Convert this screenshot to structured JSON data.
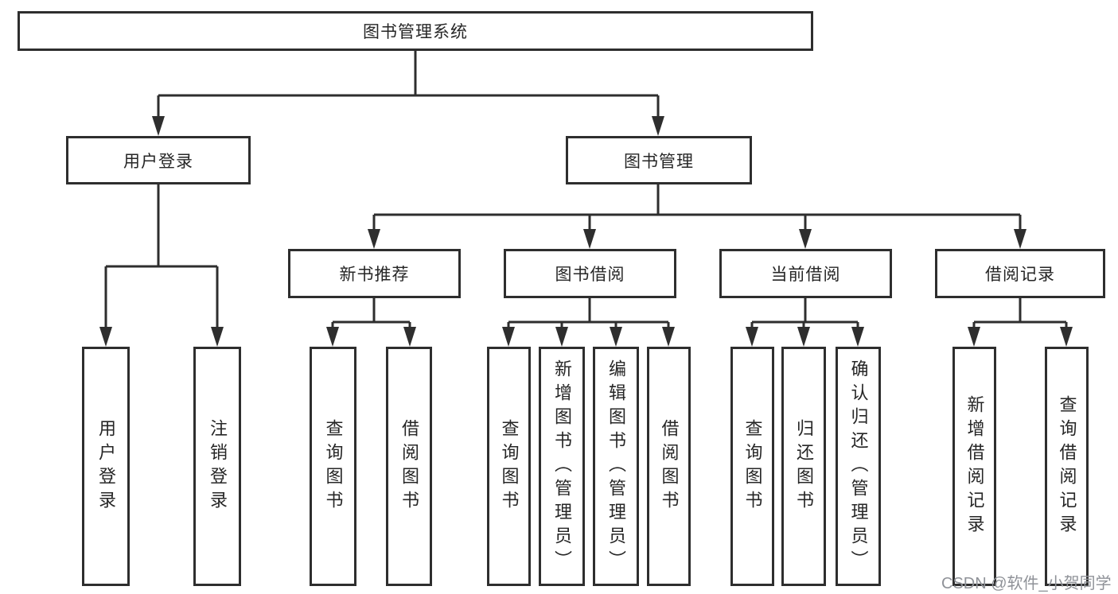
{
  "diagram": {
    "title": "图书管理系统",
    "type": "function-structure-tree"
  },
  "colors": {
    "line": "#2e2e2e",
    "node_border": "#2e2e2e",
    "text": "#262626",
    "background": "#ffffff",
    "watermark": "#8f9298"
  },
  "nodes": {
    "root": {
      "label": "图书管理系统"
    },
    "level2": {
      "user_login": {
        "label": "用户登录"
      },
      "book_management": {
        "label": "图书管理"
      }
    },
    "level3": {
      "new_book_recommend": {
        "label": "新书推荐"
      },
      "book_borrow": {
        "label": "图书借阅"
      },
      "current_borrow": {
        "label": "当前借阅"
      },
      "borrow_records": {
        "label": "借阅记录"
      }
    },
    "leaves": {
      "login_user_login": {
        "label": "用户登录"
      },
      "login_logout": {
        "label": "注销登录"
      },
      "recommend_query_books": {
        "label": "查询图书"
      },
      "recommend_borrow_books": {
        "label": "借阅图书"
      },
      "borrow_query_books": {
        "label": "查询图书"
      },
      "borrow_add_books": {
        "label": "新增图书（管理员）"
      },
      "borrow_edit_books": {
        "label": "编辑图书（管理员）"
      },
      "borrow_borrow_books": {
        "label": "借阅图书"
      },
      "current_query_books": {
        "label": "查询图书"
      },
      "current_return_books": {
        "label": "归还图书"
      },
      "current_confirm_return": {
        "label": "确认归还（管理员）"
      },
      "records_add_record": {
        "label": "新增借阅记录"
      },
      "records_query_record": {
        "label": "查询借阅记录"
      }
    }
  },
  "watermark": {
    "text": "CSDN @软件_小贺同学"
  }
}
